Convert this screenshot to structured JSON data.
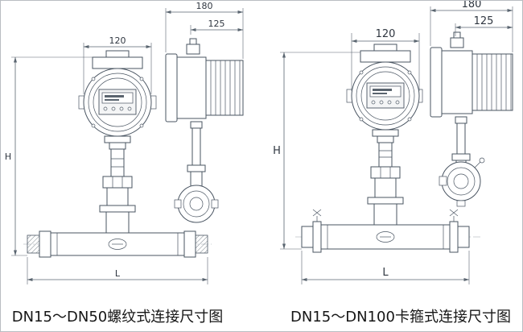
{
  "colors": {
    "line": "#4a5562",
    "dimension": "#5a6570",
    "text": "#2f3640",
    "caption": "#161616"
  },
  "left_drawing": {
    "caption": "DN15～DN50螺纹式连接尺寸图",
    "front_view": {
      "width_dim": "120",
      "height_dim": "H",
      "length_dim": "L"
    },
    "side_view": {
      "depth_dim": "180",
      "offset_dim": "125"
    }
  },
  "right_drawing": {
    "caption": "DN15～DN100卡箍式连接尺寸图",
    "front_view": {
      "width_dim": "120",
      "height_dim": "H",
      "length_dim": "L"
    },
    "side_view": {
      "depth_dim": "180",
      "offset_dim": "125"
    }
  }
}
